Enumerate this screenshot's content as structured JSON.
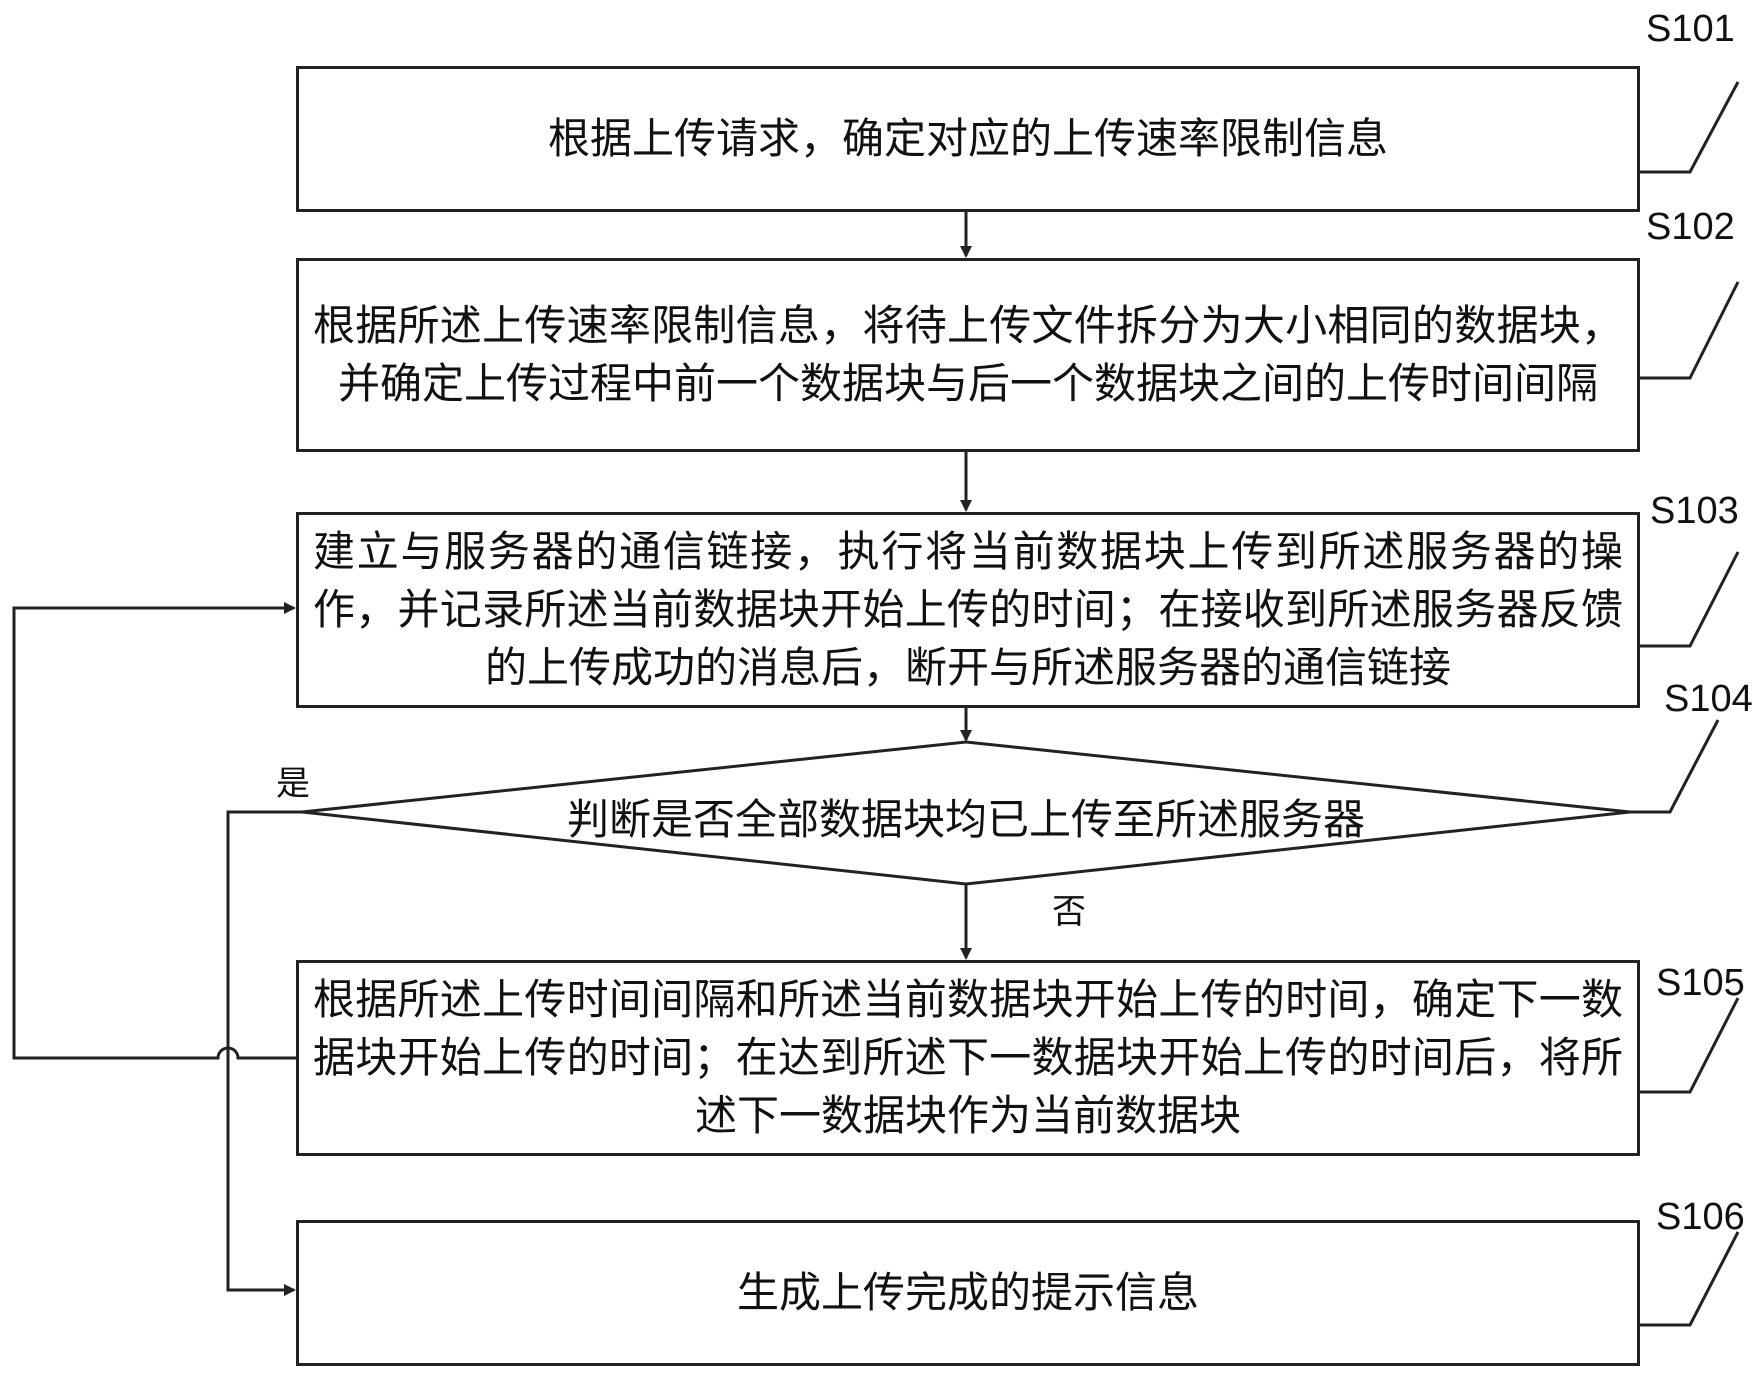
{
  "steps": {
    "s101": {
      "label": "S101",
      "text": "根据上传请求，确定对应的上传速率限制信息"
    },
    "s102": {
      "label": "S102",
      "text": "根据所述上传速率限制信息，将待上传文件拆分为大小相同的数据块，并确定上传过程中前一个数据块与后一个数据块之间的上传时间间隔"
    },
    "s103": {
      "label": "S103",
      "text": "建立与服务器的通信链接，执行将当前数据块上传到所述服务器的操作，并记录所述当前数据块开始上传的时间；在接收到所述服务器反馈的上传成功的消息后，断开与所述服务器的通信链接"
    },
    "s104": {
      "label": "S104",
      "text": "判断是否全部数据块均已上传至所述服务器"
    },
    "s105": {
      "label": "S105",
      "text": "根据所述上传时间间隔和所述当前数据块开始上传的时间，确定下一数据块开始上传的时间；在达到所述下一数据块开始上传的时间后，将所述下一数据块作为当前数据块"
    },
    "s106": {
      "label": "S106",
      "text": "生成上传完成的提示信息"
    }
  },
  "branches": {
    "yes": "是",
    "no": "否"
  }
}
